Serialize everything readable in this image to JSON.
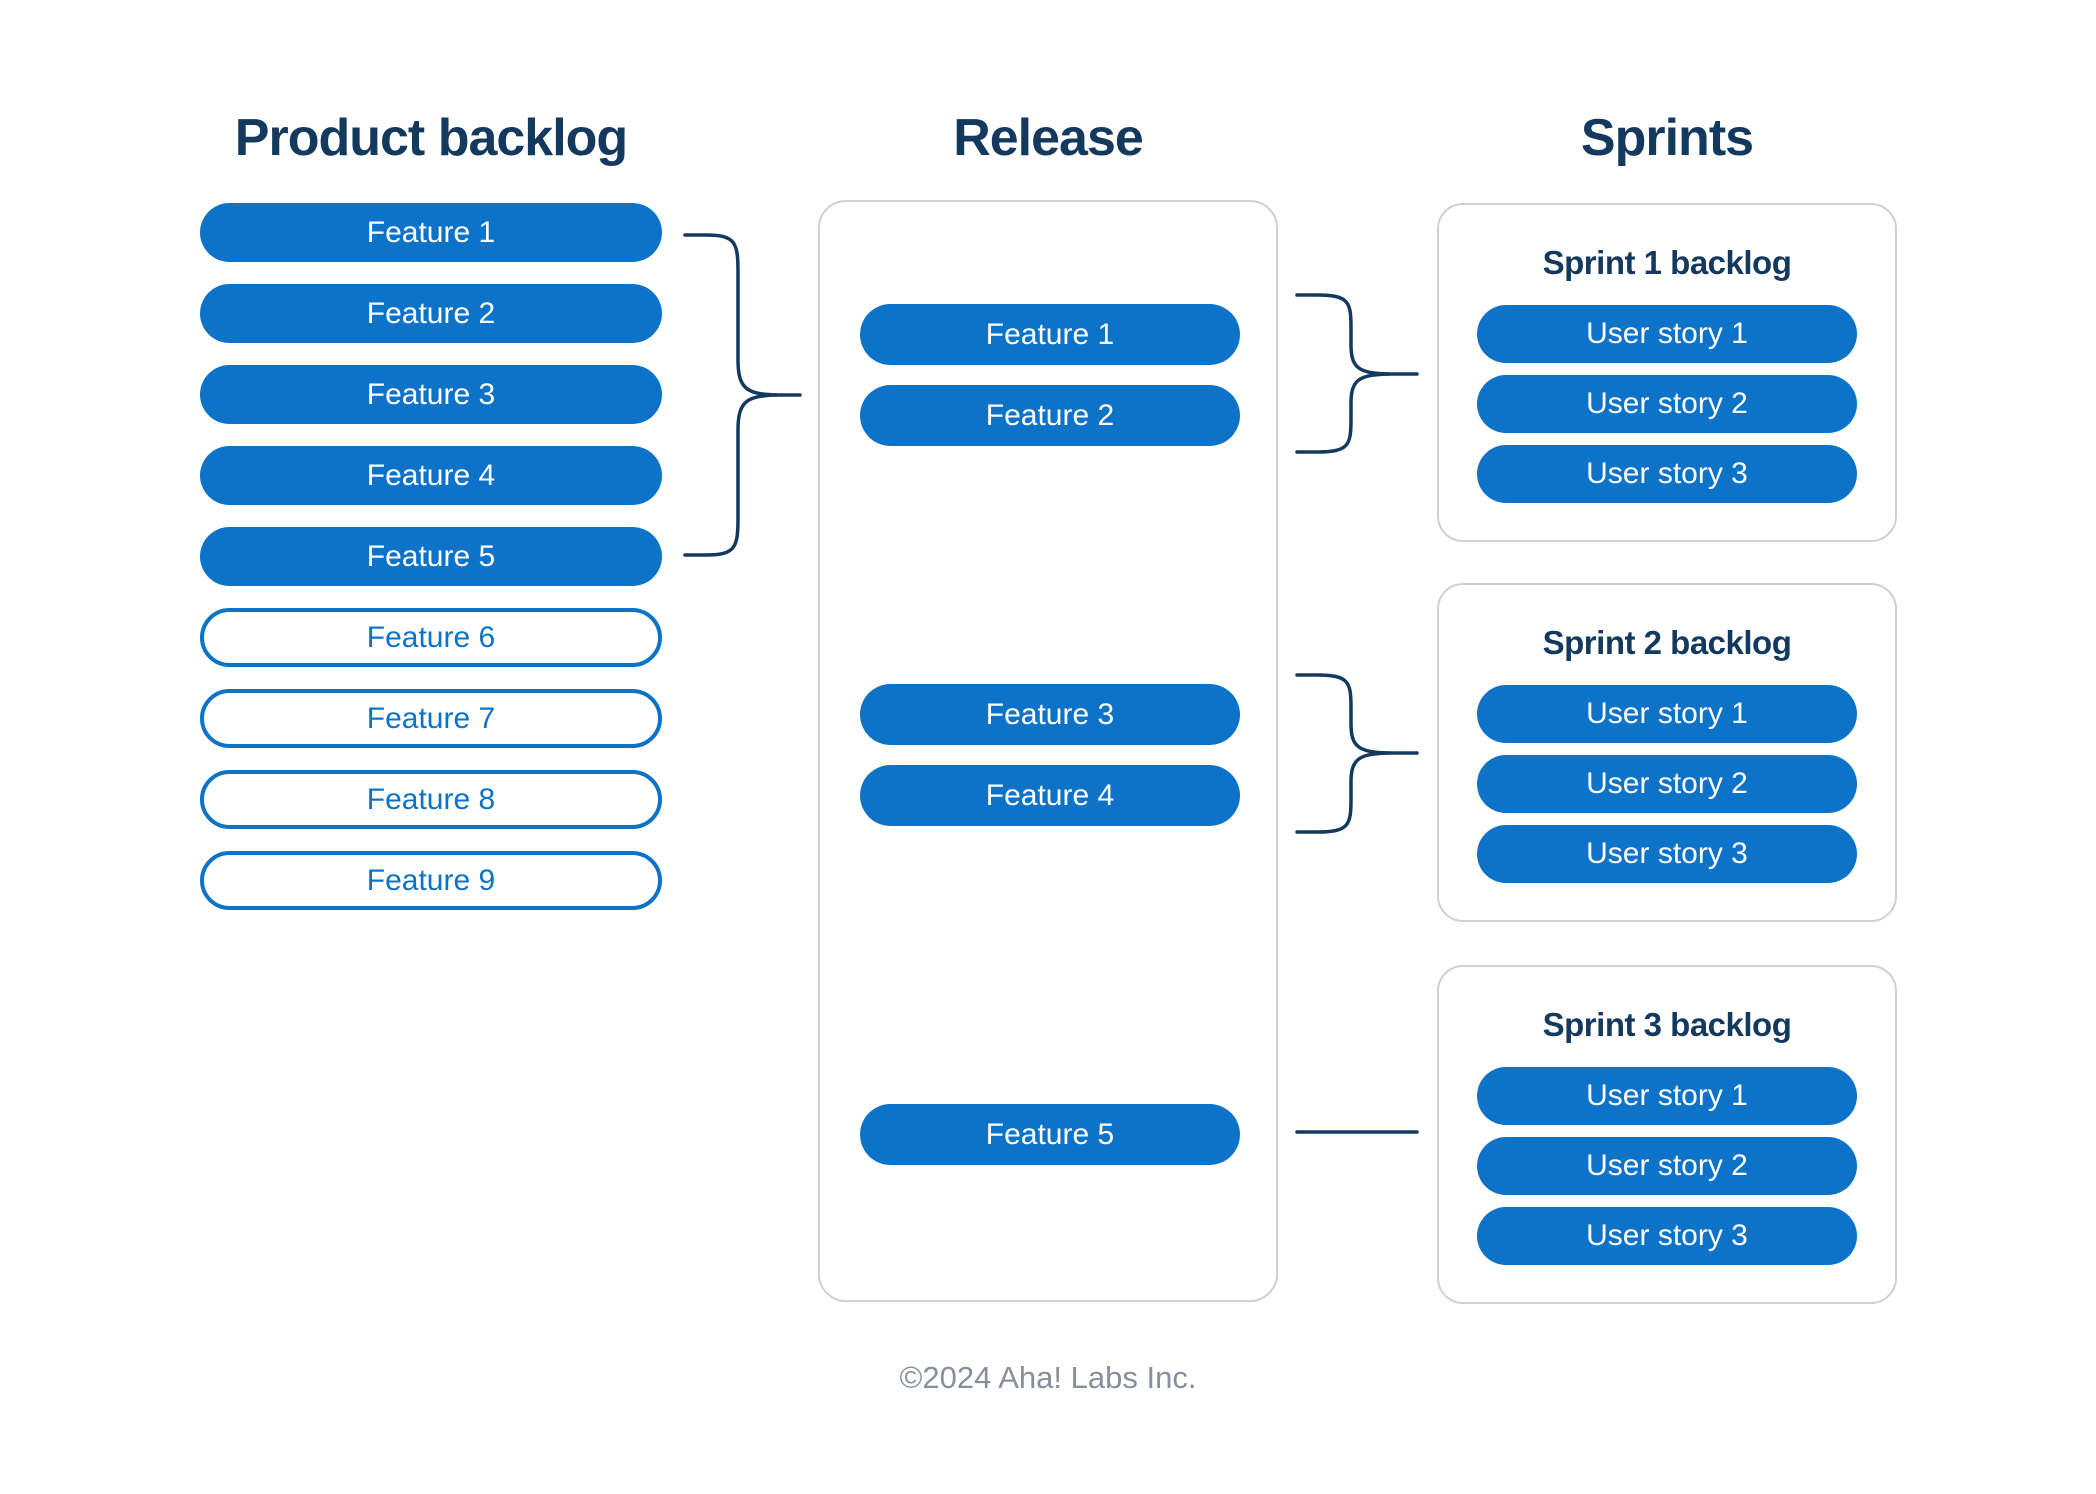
{
  "colors": {
    "navy": "#14395e",
    "blue": "#0d73c8",
    "card_border": "#cdd0d4",
    "footer_gray": "#868f9c",
    "pill_text": "#ffffff",
    "background": "#ffffff"
  },
  "columns": {
    "product_backlog": {
      "title": "Product backlog",
      "features": [
        {
          "label": "Feature 1",
          "variant": "filled"
        },
        {
          "label": "Feature 2",
          "variant": "filled"
        },
        {
          "label": "Feature 3",
          "variant": "filled"
        },
        {
          "label": "Feature 4",
          "variant": "filled"
        },
        {
          "label": "Feature 5",
          "variant": "filled"
        },
        {
          "label": "Feature 6",
          "variant": "outline"
        },
        {
          "label": "Feature 7",
          "variant": "outline"
        },
        {
          "label": "Feature 8",
          "variant": "outline"
        },
        {
          "label": "Feature 9",
          "variant": "outline"
        }
      ]
    },
    "release": {
      "title": "Release",
      "features": [
        {
          "label": "Feature 1"
        },
        {
          "label": "Feature 2"
        },
        {
          "label": "Feature 3"
        },
        {
          "label": "Feature 4"
        },
        {
          "label": "Feature 5"
        }
      ]
    },
    "sprints": {
      "title": "Sprints",
      "cards": [
        {
          "title": "Sprint 1 backlog",
          "stories": [
            {
              "label": "User story 1"
            },
            {
              "label": "User story 2"
            },
            {
              "label": "User story 3"
            }
          ]
        },
        {
          "title": "Sprint 2 backlog",
          "stories": [
            {
              "label": "User story 1"
            },
            {
              "label": "User story 2"
            },
            {
              "label": "User story 3"
            }
          ]
        },
        {
          "title": "Sprint 3 backlog",
          "stories": [
            {
              "label": "User story 1"
            },
            {
              "label": "User story 2"
            },
            {
              "label": "User story 3"
            }
          ]
        }
      ]
    }
  },
  "footer": {
    "copyright": "©2024 Aha! Labs Inc."
  }
}
